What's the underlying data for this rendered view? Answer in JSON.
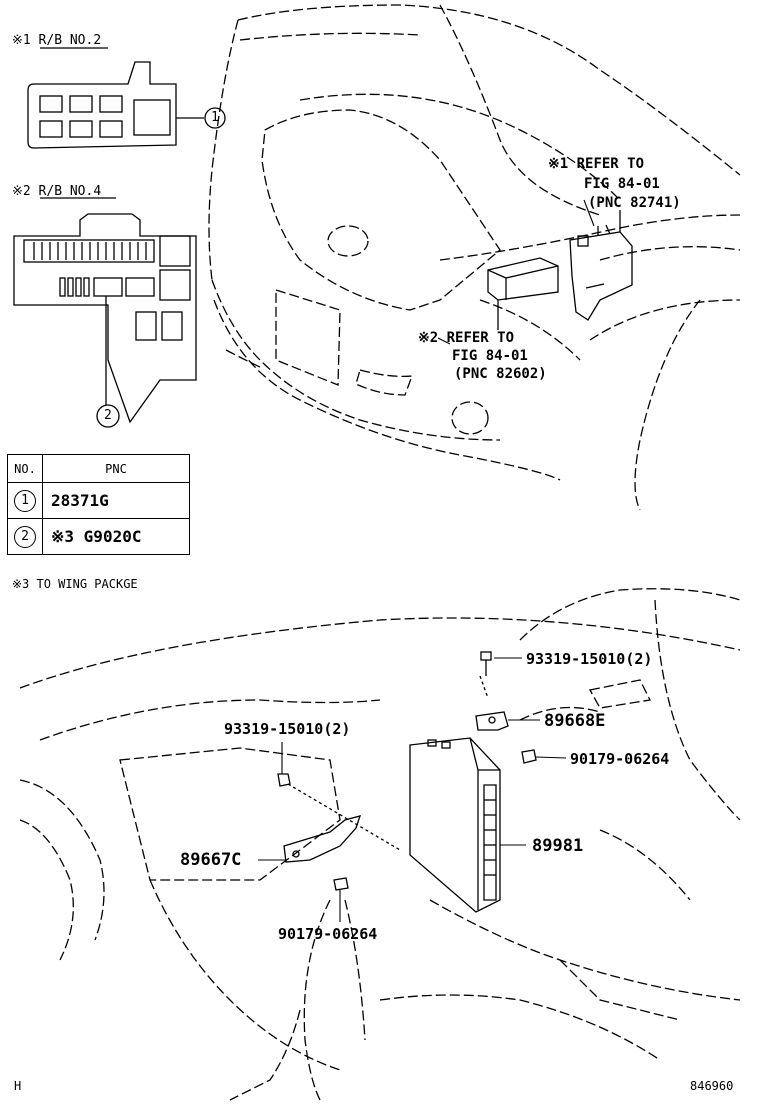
{
  "inset1": {
    "title": "※1  R/B NO.2",
    "callout": "1"
  },
  "inset2": {
    "title": "※2  R/B NO.4",
    "callout": "2"
  },
  "refer1": {
    "line1": "※1 REFER TO",
    "line2": "FIG 84-01",
    "line3": "(PNC 82741)"
  },
  "refer2": {
    "line1": "※2 REFER TO",
    "line2": "FIG 84-01",
    "line3": "(PNC 82602)"
  },
  "table": {
    "headers": [
      "NO.",
      "PNC"
    ],
    "rows": [
      {
        "no": "1",
        "pnc": "28371G"
      },
      {
        "no": "2",
        "pnc": "※3  G9020C"
      }
    ]
  },
  "footnote": "※3   TO WING PACKGE",
  "parts": {
    "bolt_right": "93319-15010(2)",
    "bracket_right": "89668E",
    "nut_right": "90179-06264",
    "bolt_left": "93319-15010(2)",
    "bracket_left": "89667C",
    "ecu": "89981",
    "nut_left": "90179-06264"
  },
  "corner_left": "H",
  "corner_right": "846960"
}
